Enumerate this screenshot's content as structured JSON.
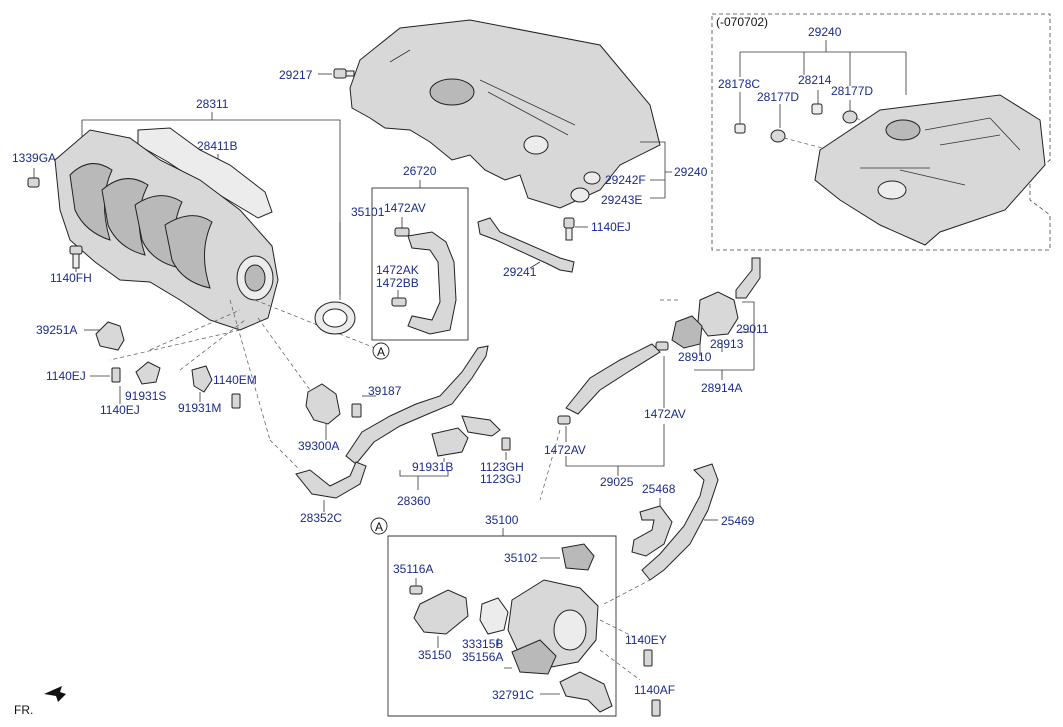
{
  "diagram": {
    "variant_note": "(-070702)",
    "orientation_label": "FR.",
    "reference_marker": "A",
    "callouts": {
      "c29240_top": "29240",
      "c28178C": "28178C",
      "c28214": "28214",
      "c28177D_a": "28177D",
      "c28177D_b": "28177D",
      "c29217": "29217",
      "c28311": "28311",
      "c28411B": "28411B",
      "c1339GA": "1339GA",
      "c1140FH": "1140FH",
      "c35101": "35101",
      "c26720": "26720",
      "c1472AV_a": "1472AV",
      "c1472AK": "1472AK",
      "c1472BB": "1472BB",
      "c29240_mid": "29240",
      "c29242F": "29242F",
      "c29243E": "29243E",
      "c1140EJ_a": "1140EJ",
      "c29241": "29241",
      "c29011": "29011",
      "c28913": "28913",
      "c28910": "28910",
      "c28914A": "28914A",
      "c39251A": "39251A",
      "c1140EJ_b": "1140EJ",
      "c91931S": "91931S",
      "c1140EJ_c": "1140EJ",
      "c91931M": "91931M",
      "c1140EM": "1140EM",
      "c39187": "39187",
      "c39300A": "39300A",
      "c91931B": "91931B",
      "c1123GH": "1123GH",
      "c1123GJ": "1123GJ",
      "c28360": "28360",
      "c1472AV_b": "1472AV",
      "c1472AV_c": "1472AV",
      "c29025": "29025",
      "c25468": "25468",
      "c25469": "25469",
      "c28352C": "28352C",
      "c35100": "35100",
      "c35102": "35102",
      "c35116A": "35116A",
      "c35150": "35150",
      "c33315B": "33315B",
      "c35156A": "35156A",
      "c1140EY": "1140EY",
      "c32791C": "32791C",
      "c1140AF": "1140AF"
    }
  }
}
